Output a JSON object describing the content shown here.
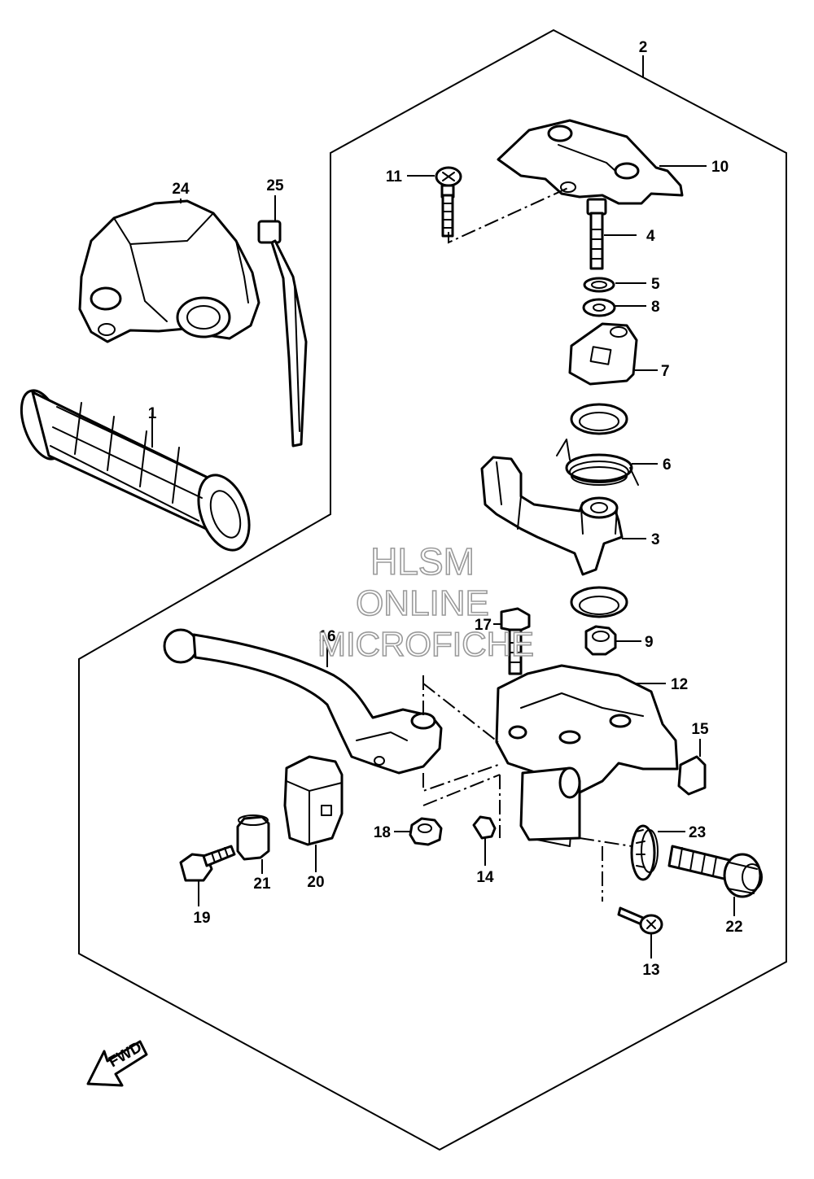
{
  "diagram": {
    "callouts": {
      "c1": "1",
      "c2": "2",
      "c3": "3",
      "c4": "4",
      "c5": "5",
      "c6": "6",
      "c7": "7",
      "c8": "8",
      "c9": "9",
      "c10": "10",
      "c11": "11",
      "c12": "12",
      "c13": "13",
      "c14": "14",
      "c15": "15",
      "c16": "16",
      "c17": "17",
      "c18": "18",
      "c19": "19",
      "c20": "20",
      "c21": "21",
      "c22": "22",
      "c23": "23",
      "c24": "24",
      "c25": "25"
    },
    "watermark": {
      "line1": "HLSM",
      "line2": "ONLINE",
      "line3": "MICROFICHE"
    },
    "fwd_label": "FWD"
  }
}
